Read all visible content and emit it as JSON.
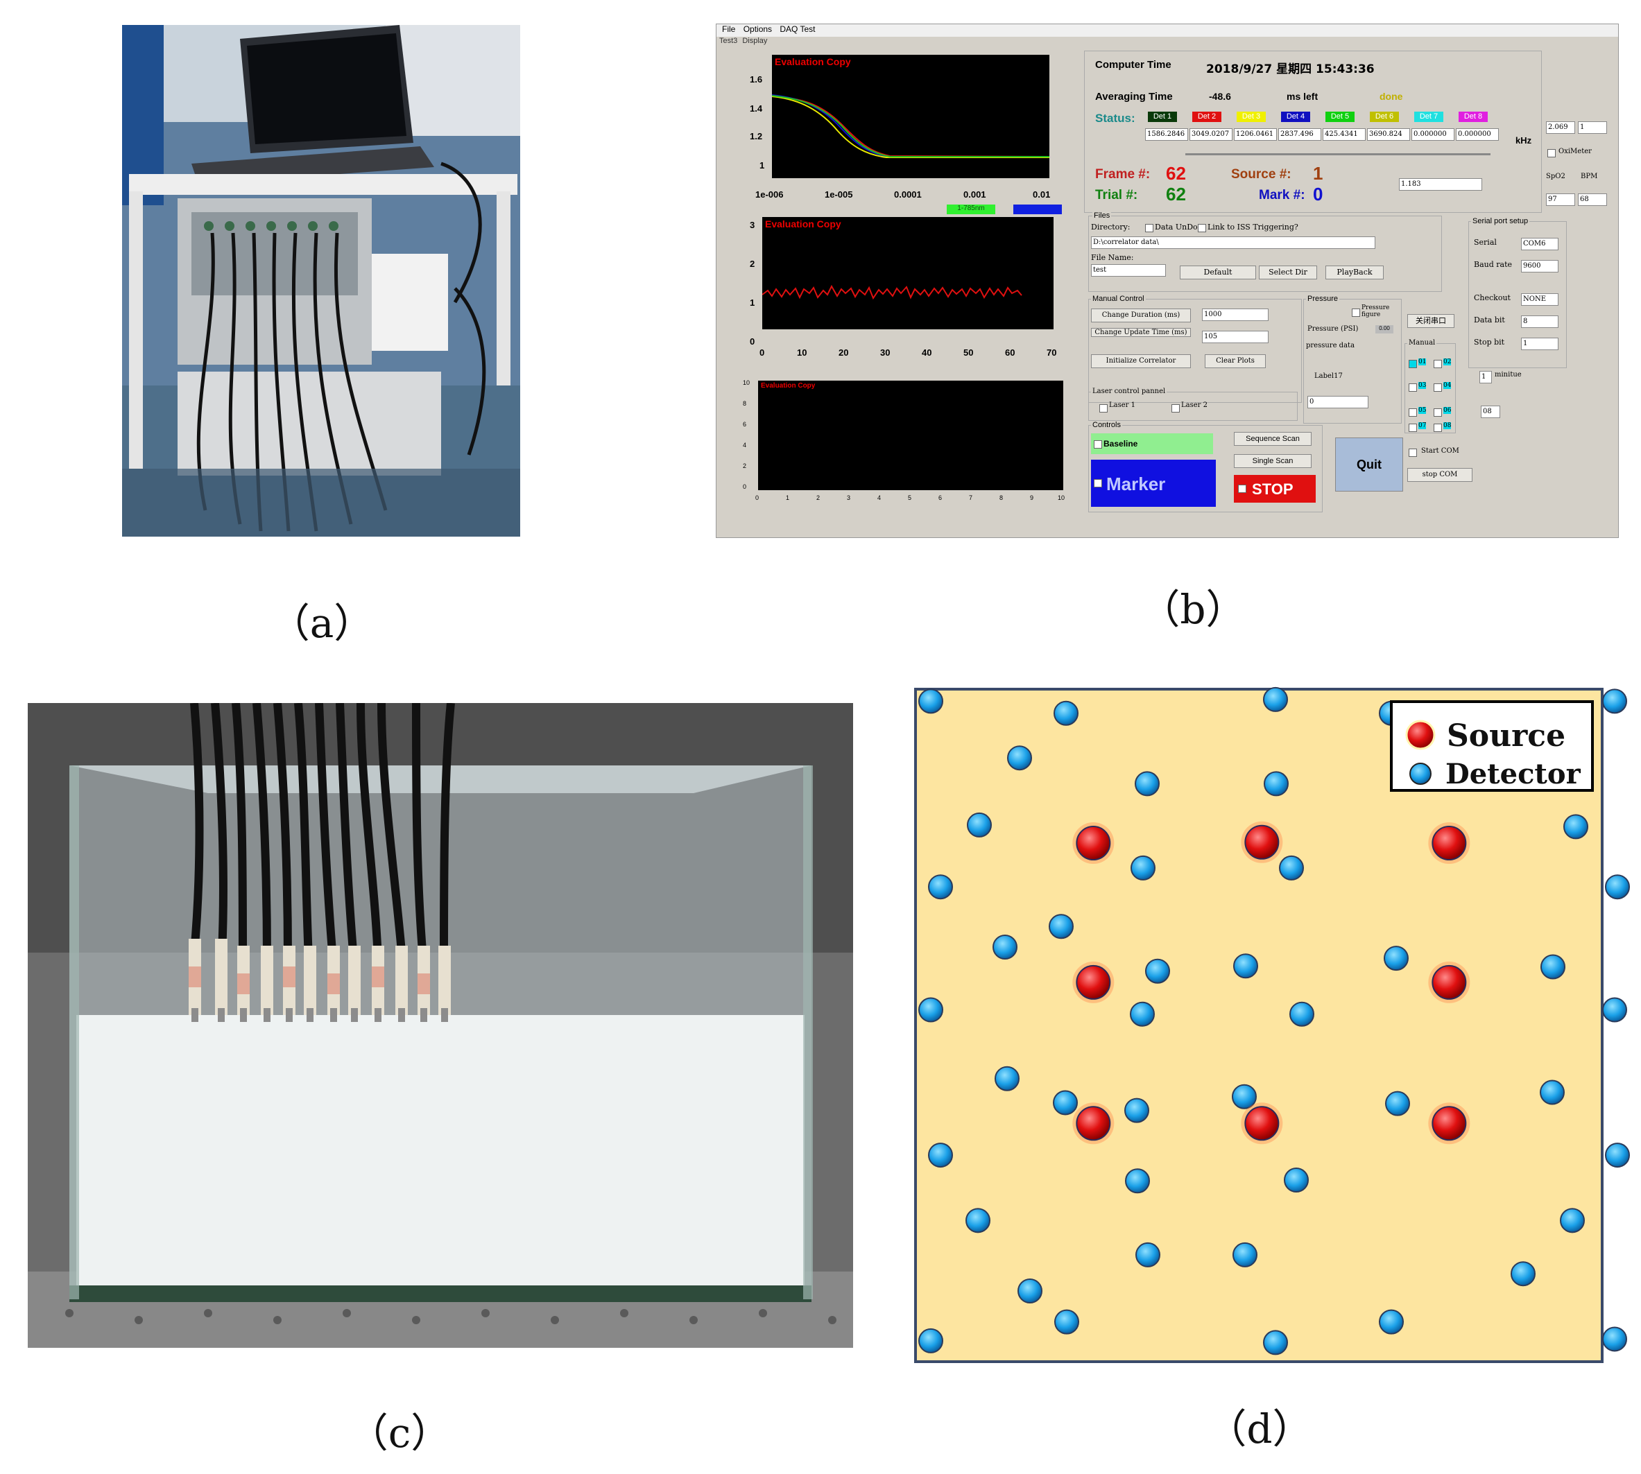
{
  "captions": {
    "a": "（a）",
    "b": "（b）",
    "c": "（c）",
    "d": "（d）"
  },
  "software": {
    "menu": [
      "File",
      "Options",
      "DAQ Test"
    ],
    "tabs": [
      "Test3",
      "Display"
    ],
    "plot1": {
      "title": "Evaluation Copy",
      "yticks": [
        "1.6",
        "1.4",
        "1.2",
        "1"
      ],
      "xticks": [
        "1e-006",
        "1e-005",
        "0.0001",
        "0.001",
        "0.01"
      ],
      "legend": [
        "1-785nm"
      ]
    },
    "plot2": {
      "title": "Evaluation Copy",
      "yticks": [
        "3",
        "2",
        "1",
        "0"
      ],
      "xticks": [
        "0",
        "10",
        "20",
        "30",
        "40",
        "50",
        "60",
        "70"
      ]
    },
    "plot3": {
      "title": "Evaluation Copy",
      "yticks": [
        "10",
        "8",
        "6",
        "4",
        "2",
        "0"
      ],
      "xticks": [
        "0",
        "1",
        "2",
        "3",
        "4",
        "5",
        "6",
        "7",
        "8",
        "9",
        "10"
      ]
    },
    "computer_time_label": "Computer Time",
    "computer_time_value": "2018/9/27 星期四 15:43:36",
    "averaging_time_label": "Averaging Time",
    "averaging_time_value": "-48.6",
    "ms_left": "ms left",
    "done": "done",
    "status_label": "Status:",
    "detectors": [
      "Det 1",
      "Det 2",
      "Det 3",
      "Det 4",
      "Det 5",
      "Det 6",
      "Det 7",
      "Det 8"
    ],
    "detector_colors": [
      "#0a3a0a",
      "#e01010",
      "#f0f000",
      "#1010c0",
      "#10d010",
      "#c0c000",
      "#20e0e0",
      "#e020e0"
    ],
    "detector_values": [
      "1586.2846",
      "3049.0207",
      "1206.0461",
      "2837.496",
      "425.4341",
      "3690.824",
      "0.000000",
      "0.000000"
    ],
    "khz": "kHz",
    "frame_label": "Frame #:",
    "frame_value": "62",
    "trial_label": "Trial #:",
    "trial_value": "62",
    "source_label": "Source #:",
    "source_value": "1",
    "mark_label": "Mark #:",
    "mark_value": "0",
    "field_1183": "1.183",
    "right_fields": [
      "2.069",
      "1"
    ],
    "oximeter": "OxiMeter",
    "spo2": "SpO2",
    "bpm": "BPM",
    "spo2_value": "97",
    "bpm_value": "68",
    "files": {
      "title": "Files",
      "directory": "Directory:",
      "data_undo": "Data UnDo",
      "link": "Link to ISS Triggering?",
      "dir_value": "D:\\correlator data\\",
      "file_name": "File Name:",
      "file_value": "test",
      "buttons": [
        "Default",
        "Select Dir",
        "PlayBack"
      ]
    },
    "serial": {
      "title": "Serial port setup",
      "rows": [
        {
          "label": "Serial",
          "value": "COM6"
        },
        {
          "label": "Baud rate",
          "value": "9600"
        },
        {
          "label": "Checkout",
          "value": "NONE"
        },
        {
          "label": "Data bit",
          "value": "8"
        },
        {
          "label": "Stop bit",
          "value": "1"
        }
      ]
    },
    "manual_control": {
      "title": "Manual Control",
      "buttons": [
        "Change Duration (ms)",
        "Change Update Time (ms)",
        "Initialize Correlator",
        "Clear Plots"
      ],
      "duration": "1000",
      "update": "105"
    },
    "pressure": {
      "title": "Pressure",
      "figure": "Pressure figure",
      "psi": "Pressure (PSI)",
      "psi_value": "0.00",
      "data": "pressure data",
      "label": "Label17",
      "value": "0"
    },
    "close_port": "关闭串口",
    "manual": {
      "title": "Manual",
      "items": [
        "01",
        "02",
        "03",
        "04",
        "05",
        "06",
        "07",
        "08"
      ]
    },
    "start_com": "Start COM",
    "stop_com": "stop COM",
    "minutes_value": "1",
    "minutes_label": "minitue",
    "num_08": "08",
    "laser": {
      "title": "Laser control pannel",
      "l1": "Laser 1",
      "l2": "Laser 2"
    },
    "controls": {
      "title": "Controls",
      "baseline": "Baseline",
      "marker": "Marker",
      "stop": "STOP",
      "sequence": "Sequence Scan",
      "single": "Single Scan",
      "quit": "Quit"
    }
  },
  "legend": {
    "source": "Source",
    "detector": "Detector"
  },
  "colors": {
    "source": "#e01010",
    "detector": "#1aa0e8",
    "probe_area": "#fde5a0",
    "frame": "#3a4a6a"
  }
}
